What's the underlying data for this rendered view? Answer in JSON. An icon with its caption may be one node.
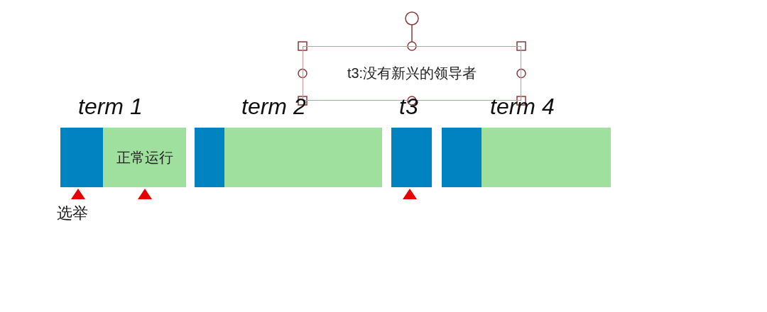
{
  "diagram": {
    "nodes": [
      {
        "text": [
          "t3:没有新兴的领导者"
        ]
      },
      {
        "text": [],
        "shape": "bar"
      },
      {
        "text": [
          "正常运行"
        ]
      },
      {
        "text": [],
        "shape": "bar"
      },
      {
        "text": [],
        "shape": "bar"
      },
      {
        "text": [],
        "shape": "bar"
      },
      {
        "text": [],
        "shape": "bar"
      },
      {
        "text": [],
        "shape": "bar"
      }
    ],
    "edges": [],
    "labels": [
      "term 1",
      "term 2",
      "t3",
      "term 4",
      "选举"
    ]
  }
}
